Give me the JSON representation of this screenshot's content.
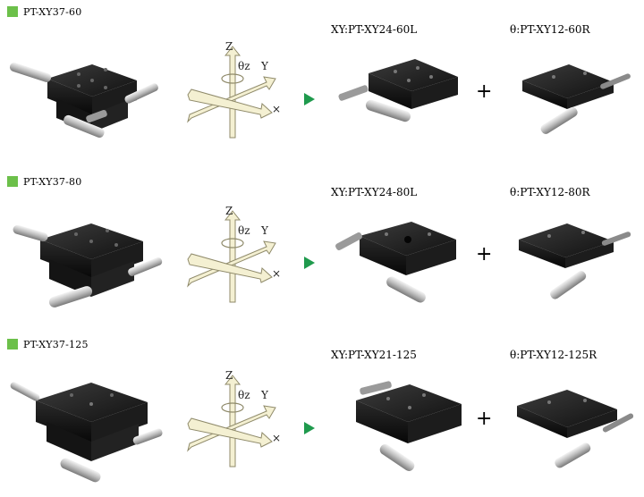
{
  "colors": {
    "marker": "#6cc04a",
    "arrow": "#1f9a4d",
    "axis_fill": "#f4f0d2",
    "axis_stroke": "#8f8a6a"
  },
  "axes_labels": {
    "z": "Z",
    "theta_z": "θz",
    "y": "Y",
    "x": "×"
  },
  "plus": "+",
  "sections": [
    {
      "title": "PT-XY37-60",
      "xy_label": "XY:PT-XY24-60L",
      "theta_label": "θ:PT-XY12-60R"
    },
    {
      "title": "PT-XY37-80",
      "xy_label": "XY:PT-XY24-80L",
      "theta_label": "θ:PT-XY12-80R"
    },
    {
      "title": "PT-XY37-125",
      "xy_label": "XY:PT-XY21-125",
      "theta_label": "θ:PT-XY12-125R"
    }
  ]
}
